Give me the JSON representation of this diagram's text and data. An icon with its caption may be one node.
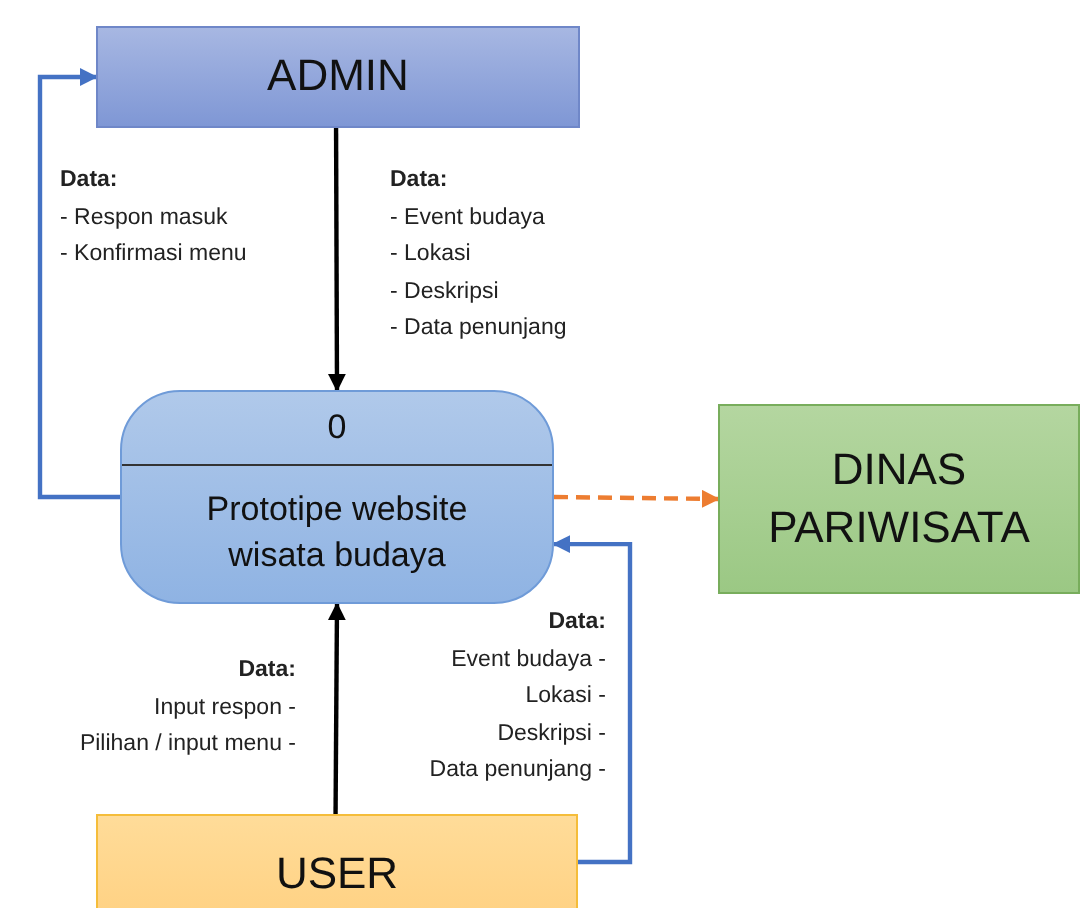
{
  "diagram": {
    "nodes": [
      {
        "text": [
          "ADMIN"
        ]
      },
      {
        "text": [
          "0",
          "Prototipe website wisata budaya"
        ]
      },
      {
        "text": [
          "DINAS PARIWISATA"
        ]
      },
      {
        "text": [
          "USER"
        ]
      }
    ],
    "edges": [
      {
        "from": 1,
        "to": 0,
        "arrow": "to",
        "color": "#4472c4"
      },
      {
        "from": 0,
        "to": 1,
        "arrow": "to",
        "color": "#000000"
      },
      {
        "from": 1,
        "to": 2,
        "arrow": "to",
        "style": "dashed",
        "color": "#ed7d31"
      },
      {
        "from": 3,
        "to": 1,
        "arrow": "to",
        "color": "#000000"
      },
      {
        "from": 3,
        "to": 1,
        "arrow": "to",
        "color": "#4472c4"
      }
    ],
    "labels": [
      "Data:",
      "- Respon masuk",
      "- Konfirmasi menu",
      "Data:",
      "- Event budaya",
      "- Lokasi",
      "- Deskripsi",
      "- Data penunjang",
      "Data:",
      "Input respon -",
      "Pilihan / input menu -",
      "Data:",
      "Event budaya -",
      "Lokasi -",
      "Deskripsi -",
      "Data penunjang -"
    ]
  }
}
